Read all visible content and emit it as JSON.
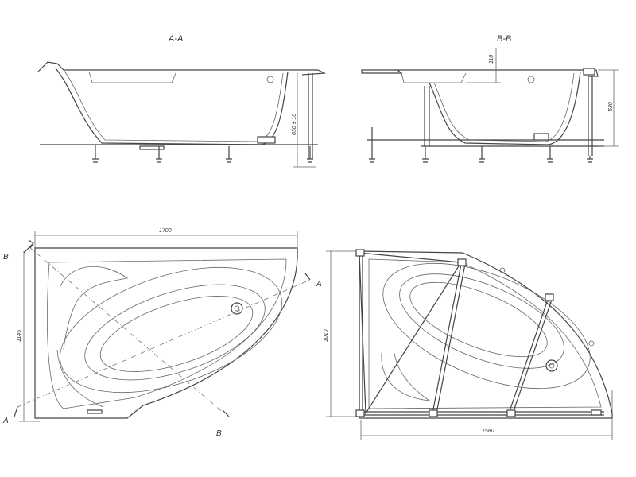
{
  "sections": {
    "aa_title": "A-A",
    "bb_title": "B-B"
  },
  "cut_labels": {
    "b_top": "B",
    "b_bottom": "B",
    "a_left": "A",
    "a_right": "A"
  },
  "dimensions": {
    "aa_leg_height": "630 ± 10",
    "bb_rim_offset": "110",
    "bb_total_height": "530",
    "top_width": "1700",
    "top_depth": "1145",
    "frame_depth": "1010",
    "frame_width": "1580"
  },
  "colors": {
    "line": "#444444",
    "background": "#ffffff"
  }
}
